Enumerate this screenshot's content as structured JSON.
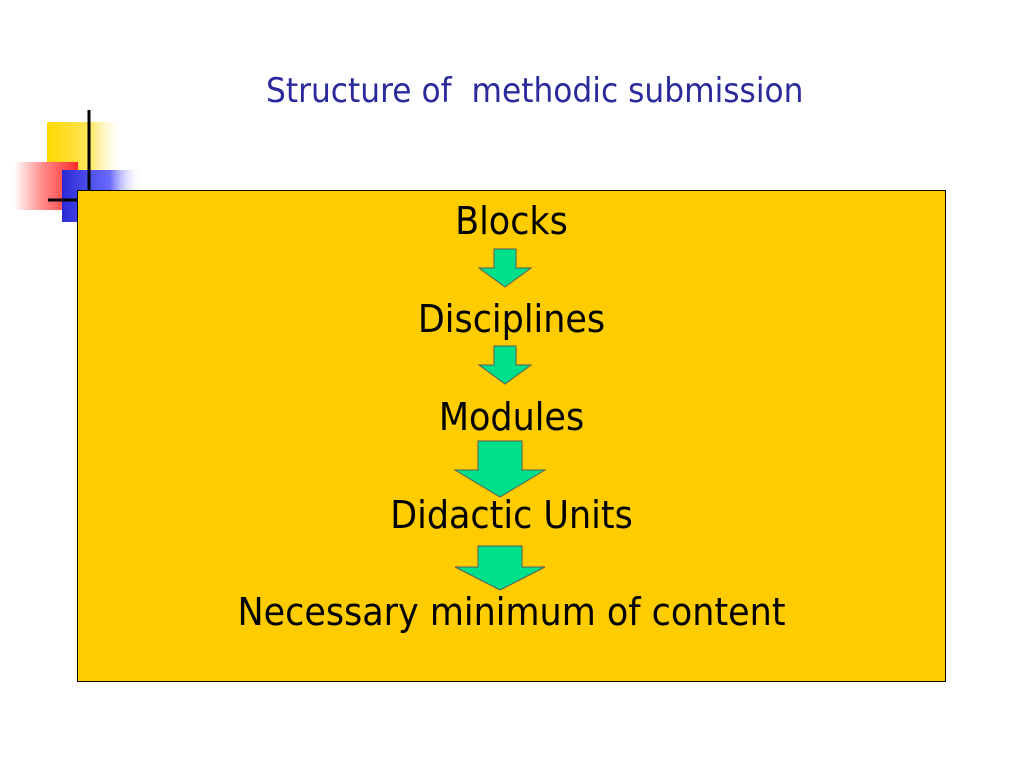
{
  "slide": {
    "title": "Structure of  methodic submission"
  },
  "hierarchy": {
    "levels": [
      "Blocks",
      "Disciplines",
      "Modules",
      "Didactic Units",
      "Necessary minimum of content"
    ]
  },
  "colors": {
    "title": "#2a2a9c",
    "box_fill": "#ffcc00",
    "arrow_fill": "#00e08a",
    "deco_yellow": "#ffd800",
    "deco_red": "#ff3a3a",
    "deco_blue": "#2a2ad6"
  },
  "icons": {
    "arrows": "down-arrow-icon",
    "decoration": "corner-squares-decoration"
  }
}
